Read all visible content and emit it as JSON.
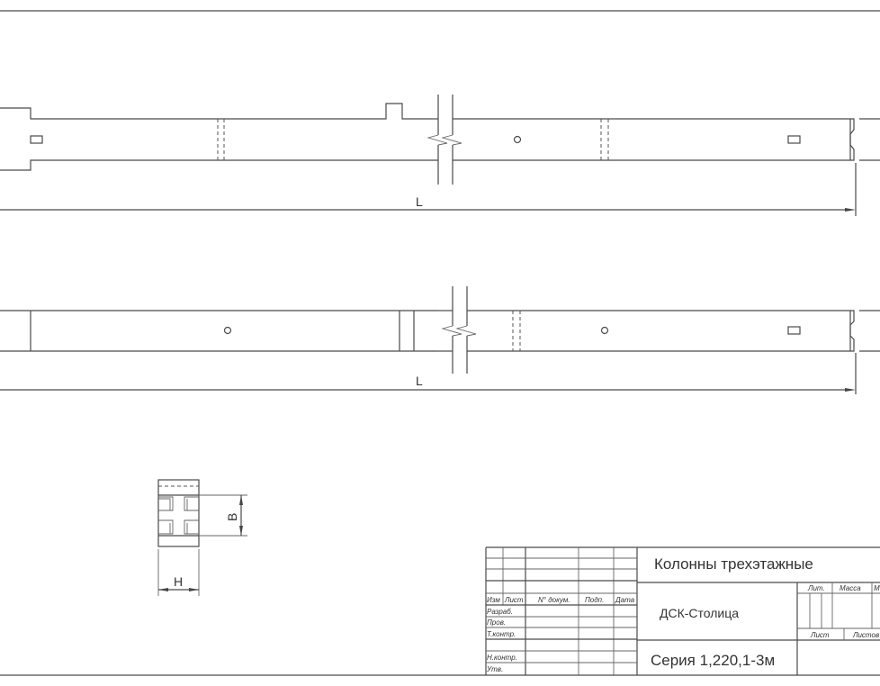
{
  "drawing": {
    "dimension_label_length": "L",
    "section_label_width": "B",
    "section_label_height": "H"
  },
  "title_block": {
    "title": "Колонны трехэтажные",
    "organization": "ДСК-Столица",
    "series": "Серия 1,220,1-3м",
    "header_labels": [
      "Изм",
      "Лист",
      "N° докум.",
      "Подп.",
      "Дата"
    ],
    "row_labels": [
      "Разраб.",
      "Пров.",
      "Т.контр.",
      "",
      "Н.контр.",
      "Утв."
    ],
    "lit_label": "Лит.",
    "mass_label": "Масса",
    "scale_label": "М",
    "sheet_label": "Лист",
    "sheets_label": "Листов"
  }
}
